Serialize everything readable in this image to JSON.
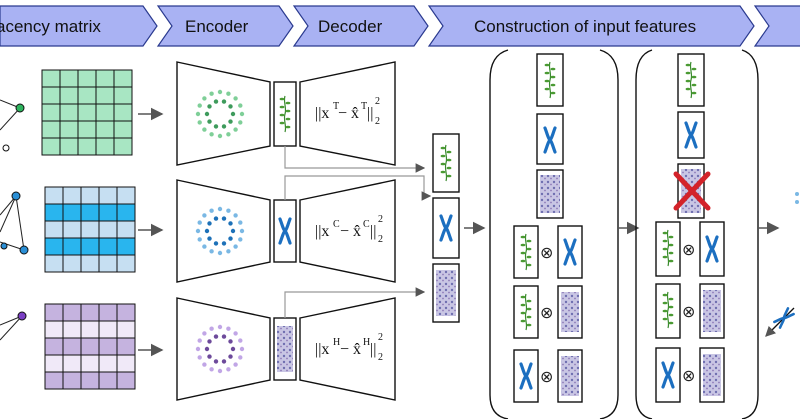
{
  "header": {
    "stages": [
      {
        "label": "acency matrix"
      },
      {
        "label": "Encoder"
      },
      {
        "label": "Decoder"
      },
      {
        "label": "Construction of input features"
      },
      {
        "label": ""
      }
    ],
    "fill": "#a9b2f3",
    "stroke": "#2a3a8f"
  },
  "rows": [
    {
      "name": "T",
      "matrix_color": "#a8e6c3",
      "dot_color": "#7fcf98",
      "dot_inner": "#3e9b5c"
    },
    {
      "name": "C",
      "matrix_color": "#29b5ee",
      "matrix_alt": "#c6dff2",
      "dot_color": "#7ab8e4",
      "dot_inner": "#1d71b8"
    },
    {
      "name": "H",
      "matrix_color": "#c5b3df",
      "matrix_alt": "#f0e9f8",
      "dot_color": "#c1a6e6",
      "dot_inner": "#6d4a9b"
    }
  ],
  "equations": [
    {
      "base": "||x",
      "sup": "T",
      "mid": " − x̂",
      "sup2": "T",
      "tail": "||",
      "sub": "2",
      "pow": "2"
    },
    {
      "base": "||x",
      "sup": "C",
      "mid": " − x̂",
      "sup2": "C",
      "tail": "||",
      "sub": "2",
      "pow": "2"
    },
    {
      "base": "||x",
      "sup": "H",
      "mid": " − x̂",
      "sup2": "H",
      "tail": "||",
      "sub": "2",
      "pow": "2"
    }
  ],
  "operator_symbol": "⊗",
  "colors": {
    "arrow": "#555555",
    "leaf": "#3a8a2e",
    "chromosome": "#1c6fc0",
    "histology": "#8c8fc9",
    "cross": "#d3232a"
  }
}
